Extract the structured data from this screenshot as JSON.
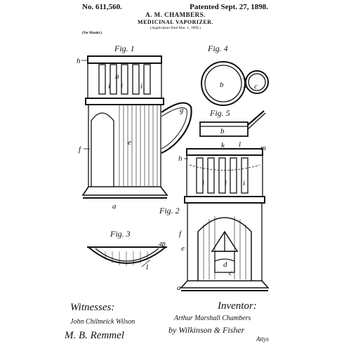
{
  "header": {
    "patent_number": "No. 611,560.",
    "patent_date": "Patented Sept. 27, 1898.",
    "inventor": "A. M. CHAMBERS.",
    "title": "MEDICINAL VAPORIZER.",
    "application": "(Application filed Mar. 1, 1898.)",
    "model_note": "(No Model.)"
  },
  "figures": {
    "fig1": "Fig. 1",
    "fig2": "Fig. 2",
    "fig3": "Fig. 3",
    "fig4": "Fig. 4",
    "fig5": "Fig. 5"
  },
  "reference_letters": {
    "a": "a",
    "b": "b",
    "c": "c",
    "d": "d",
    "e": "e",
    "f": "f",
    "g": "g",
    "h": "h",
    "i": "i",
    "k": "k",
    "l": "l",
    "m": "m"
  },
  "signatures": {
    "witnesses_heading": "Witnesses:",
    "witness_1": "John Chilmeick Wilson",
    "witness_2": "M. B. Remmel",
    "inventor_heading": "Inventor:",
    "inventor_name": "Arthur Marshall Chambers",
    "attorney_line": "by Wilkinson & Fisher",
    "attorneys": "Attys"
  }
}
